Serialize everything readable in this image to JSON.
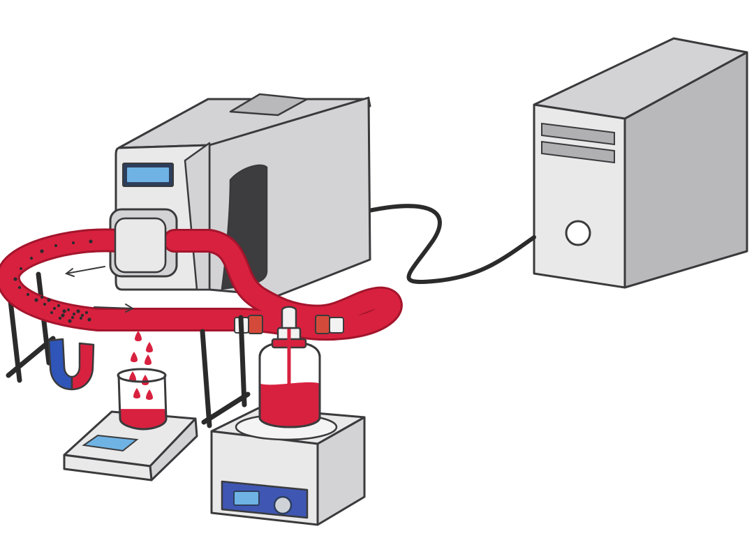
{
  "colors": {
    "background": "#ffffff",
    "device_light": "#e9e9ea",
    "device_mid": "#d3d3d5",
    "device_dark": "#b9b9bc",
    "outline": "#3a3a3c",
    "blood": "#d8213f",
    "blood_dark": "#a3152c",
    "particle": "#2a2a2e",
    "screen": "#6fb3e4",
    "screen_frame": "#2d3e5c",
    "panel_blue": "#3f57b3",
    "magnet_blue": "#2f55b8",
    "magnet_red": "#d8213f",
    "cable": "#2b2b2b",
    "stand": "#2b2b2b",
    "vent": "#b0b0b3",
    "connector_red": "#d44a3a"
  },
  "icons": {
    "peristaltic_pump": "peristaltic-pump-icon",
    "computer_tower": "computer-tower-icon",
    "tubing_loop": "tubing-loop-icon",
    "flow_arrow": "flow-arrow-icon",
    "magnet": "horseshoe-magnet-icon",
    "balance": "weighing-balance-icon",
    "beaker": "beaker-icon",
    "stirrer": "magnetic-stirrer-icon",
    "bottle": "reservoir-bottle-icon",
    "stand": "clamp-stand-icon",
    "cable": "data-cable-icon",
    "drip": "blood-drop-icon"
  },
  "state": {
    "beaker_fill_fraction": 0.35,
    "bottle_fill_fraction": 0.52,
    "flow_direction_upper": "counterclockwise",
    "flow_direction_lower": "clockwise"
  }
}
